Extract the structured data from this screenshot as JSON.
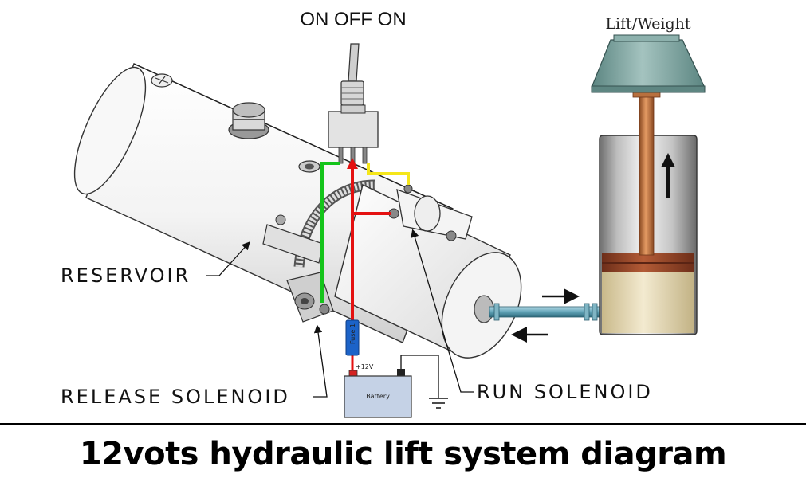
{
  "title": "12vots hydraulic lift system diagram",
  "switch": {
    "label": "ON OFF ON"
  },
  "lift": {
    "label": "Lift/Weight"
  },
  "callouts": {
    "reservoir": "RESERVOIR",
    "release_solenoid": "RELEASE SOLENOID",
    "run_solenoid": "RUN SOLENOID"
  },
  "fuse": {
    "label": "Fuse 1"
  },
  "battery": {
    "label": "Battery",
    "voltage": "+12V"
  },
  "wire_colors": {
    "left": "#14c41a",
    "center": "#e41111",
    "right": "#f5e61a"
  },
  "colors": {
    "fuse": "#1c63c8",
    "battery": "#c5d2e6",
    "hose": "#5fa2b6",
    "piston_rod": "#c8733e",
    "fluid": "#ecdfb5",
    "cap": "#7aa09b"
  }
}
